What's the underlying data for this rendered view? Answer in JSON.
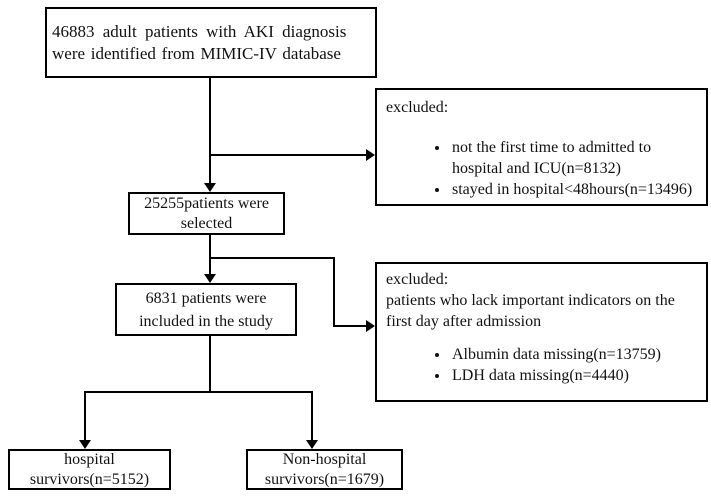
{
  "flowchart": {
    "nodes": {
      "source": {
        "line1": "46883 adult patients with AKI diagnosis",
        "line2": "were identified from MIMIC-IV database"
      },
      "excluded_first": {
        "title": "excluded:",
        "bullets": [
          "not the first time to admitted to hospital and ICU(n=8132)",
          "stayed in hospital<48hours(n=13496)"
        ]
      },
      "selected": {
        "line1": "25255patients were",
        "line2": "selected"
      },
      "included": {
        "line1": "6831 patients were",
        "line2": "included in the study"
      },
      "excluded_second": {
        "title": "excluded:",
        "description_line1": "patients who lack important indicators on the",
        "description_line2": "first day after admission",
        "bullets": [
          "Albumin data missing(n=13759)",
          "LDH data missing(n=4440)"
        ]
      },
      "hospital_survivors": {
        "line1": "hospital",
        "line2": "survivors(n=5152)"
      },
      "non_hospital_survivors": {
        "line1": "Non-hospital",
        "line2": "survivors(n=1679)"
      }
    },
    "colors": {
      "line": "#000000",
      "background": "#ffffff",
      "text": "#111111"
    }
  }
}
